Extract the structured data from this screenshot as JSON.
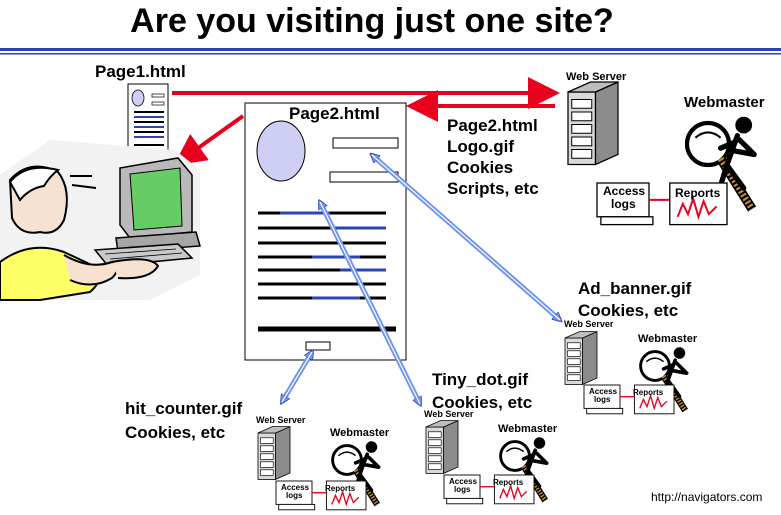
{
  "title": "Are you visiting just one site?",
  "page1": {
    "label": "Page1.html"
  },
  "page2": {
    "label": "Page2.html"
  },
  "main_server": {
    "server_label": "Web Server",
    "webmaster_label": "Webmaster",
    "access_logs": [
      "Access",
      "logs"
    ],
    "reports": "Reports",
    "served_files": [
      "Page2.html",
      "Logo.gif",
      "Cookies",
      "Scripts, etc"
    ]
  },
  "ad_server": {
    "files": [
      "Ad_banner.gif",
      "Cookies, etc"
    ],
    "server_label": "Web Server",
    "webmaster_label": "Webmaster",
    "access_logs": [
      "Access",
      "logs"
    ],
    "reports": "Reports"
  },
  "counter_server": {
    "files": [
      "hit_counter.gif",
      "Cookies, etc"
    ],
    "server_label": "Web Server",
    "webmaster_label": "Webmaster",
    "access_logs": [
      "Access",
      "logs"
    ],
    "reports": "Reports"
  },
  "dot_server": {
    "files": [
      "Tiny_dot.gif",
      "Cookies, etc"
    ],
    "server_label": "Web Server",
    "webmaster_label": "Webmaster",
    "access_logs": [
      "Access",
      "logs"
    ],
    "reports": "Reports"
  },
  "footer_url": "http://navigators.com",
  "colors": {
    "red_arrow": "#e8001c",
    "blue_arrow": "#6f93ee",
    "rule": "#2a43b8",
    "page_circle": "#cfcff5",
    "screen": "#66cc66"
  }
}
